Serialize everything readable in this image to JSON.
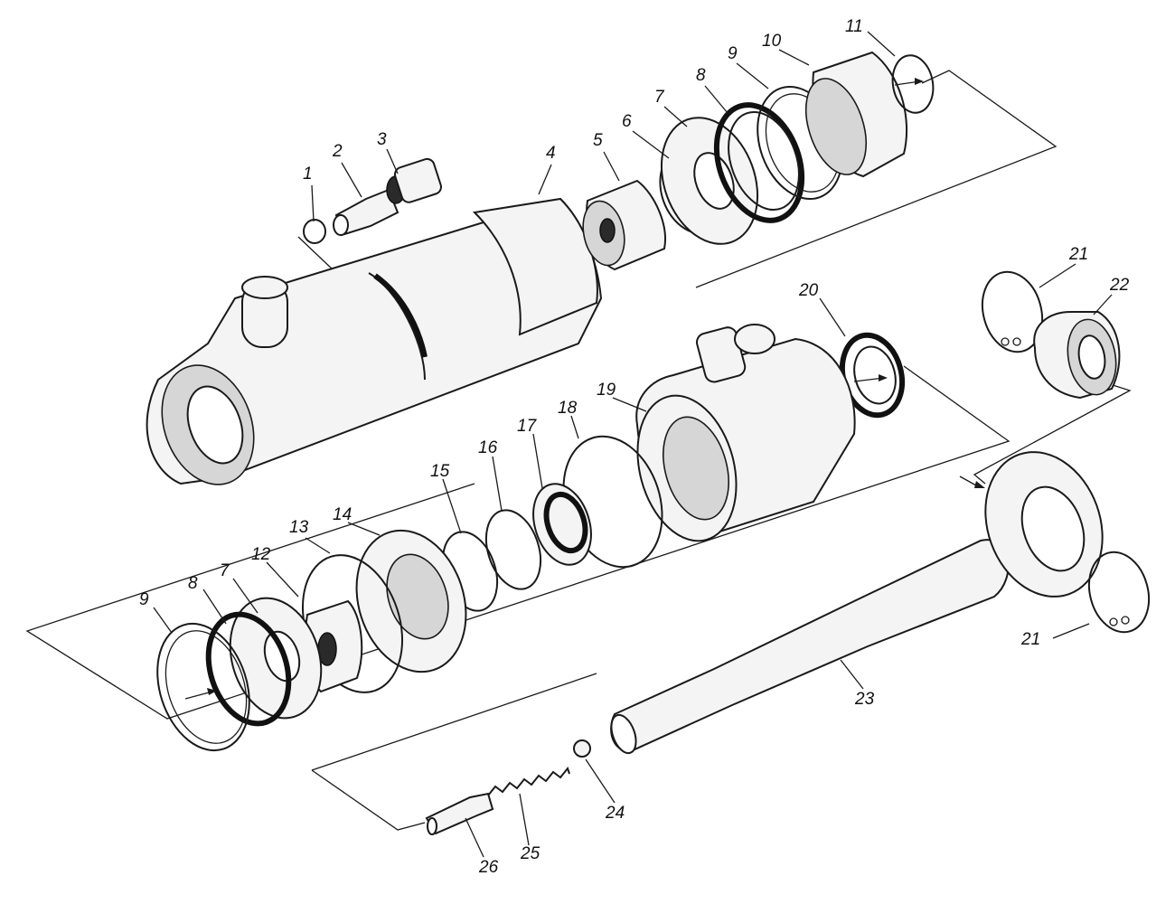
{
  "callouts": {
    "p1": "1",
    "p2": "2",
    "p3": "3",
    "p4": "4",
    "p5": "5",
    "p6": "6",
    "p7a": "7",
    "p8a": "8",
    "p9a": "9",
    "p10": "10",
    "p11": "11",
    "p21a": "21",
    "p22": "22",
    "p20": "20",
    "p19": "19",
    "p18": "18",
    "p17": "17",
    "p16": "16",
    "p15": "15",
    "p14": "14",
    "p13": "13",
    "p12": "12",
    "p7b": "7",
    "p8b": "8",
    "p9b": "9",
    "p21b": "21",
    "p23": "23",
    "p24": "24",
    "p25": "25",
    "p26": "26"
  },
  "colors": {
    "ink": "#1a1a1a",
    "paper": "#ffffff",
    "shade": "#d6d6d6"
  }
}
